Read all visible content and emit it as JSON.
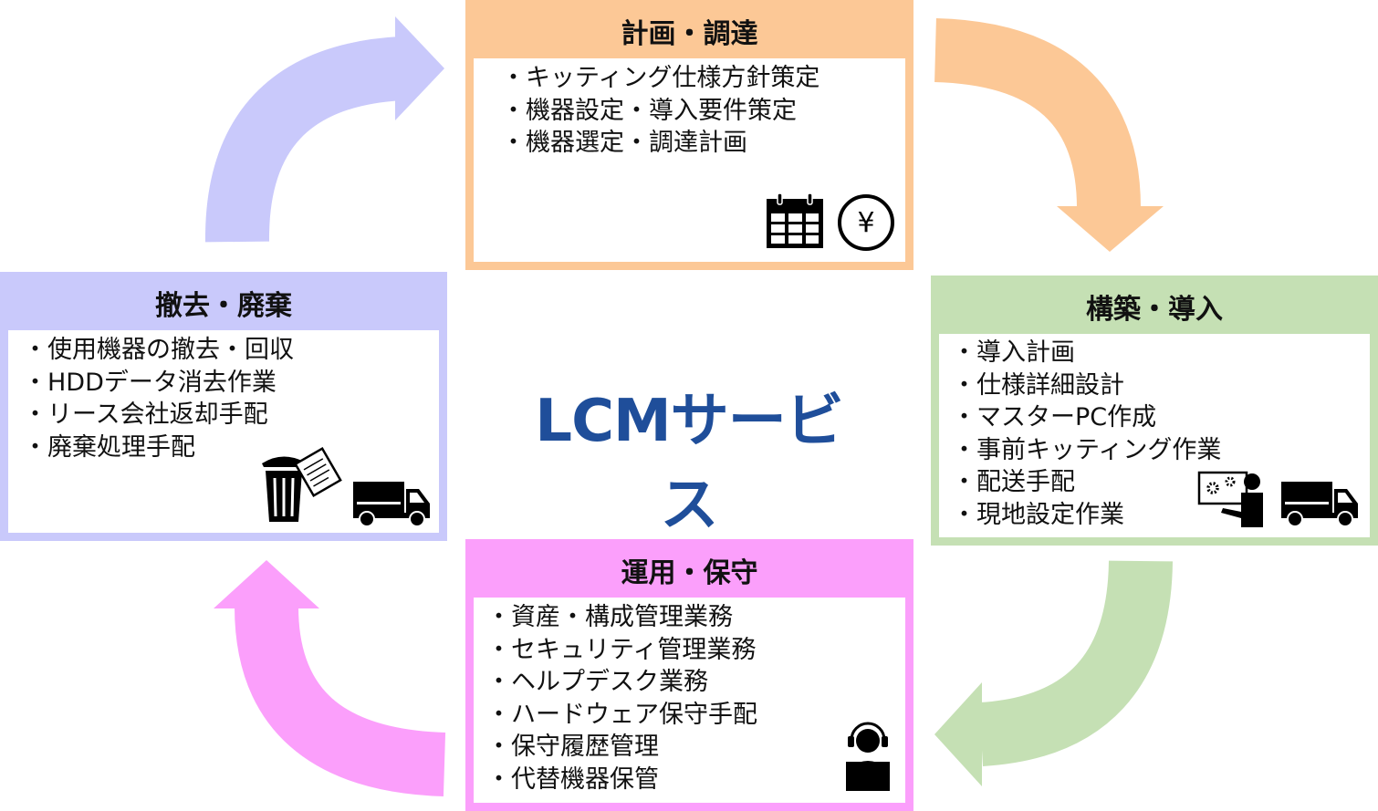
{
  "center_title": "LCMサービス",
  "colors": {
    "plan": "#fcc896",
    "build": "#c5e0b4",
    "operate": "#fb9ffb",
    "dispose": "#c9c9fb",
    "title": "#1f4e9a"
  },
  "stages": {
    "plan": {
      "title": "計画・調達",
      "items": [
        "キッティング仕様方針策定",
        "機器設定・導入要件策定",
        "機器選定・調達計画"
      ],
      "icons": [
        "calendar-icon",
        "yen-icon"
      ]
    },
    "build": {
      "title": "構築・導入",
      "items": [
        "導入計画",
        "仕様詳細設計",
        "マスターPC作成",
        "事前キッティング作業",
        "配送手配",
        "現地設定作業"
      ],
      "icons": [
        "engineer-icon",
        "truck-icon"
      ]
    },
    "operate": {
      "title": "運用・保守",
      "items": [
        "資産・構成管理業務",
        "セキュリティ管理業務",
        "ヘルプデスク業務",
        "ハードウェア保守手配",
        "保守履歴管理",
        "代替機器保管"
      ],
      "icons": [
        "support-operator-icon"
      ]
    },
    "dispose": {
      "title": "撤去・廃棄",
      "items": [
        "使用機器の撤去・回収",
        "HDDデータ消去作業",
        "リース会社返却手配",
        "廃棄処理手配"
      ],
      "icons": [
        "trash-icon",
        "truck-icon"
      ]
    }
  }
}
